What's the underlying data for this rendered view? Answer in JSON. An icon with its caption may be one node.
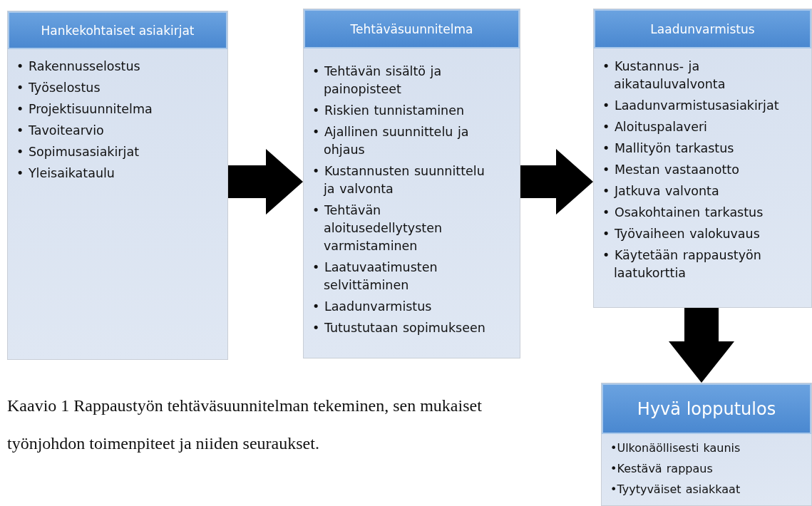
{
  "diagram": {
    "caption": "Kaavio 1 Rappaustyön tehtäväsuunnitelman tekeminen, sen mukaiset työnjohdon toimenpiteet ja niiden seuraukset.",
    "nodes": [
      {
        "text": [
          "Hankekohtaiset asiakirjat",
          "• Rakennusselostus",
          "• Työselostus",
          "• Projektisuunnitelma",
          "• Tavoitearvio",
          "• Sopimusasiakirjat",
          "• Yleisaikataulu"
        ]
      },
      {
        "text": [
          "Tehtäväsuunnitelma",
          "• Tehtävän sisältö ja painopisteet",
          "• Riskien tunnistaminen",
          "• Ajallinen suunnittelu ja ohjaus",
          "• Kustannusten suunnittelu ja valvonta",
          "• Tehtävän aloitusedellytysten varmistaminen",
          "• Laatuvaatimusten selvittäminen",
          "• Laadunvarmistus",
          "• Tutustutaan sopimukseen"
        ]
      },
      {
        "text": [
          "Laadunvarmistus",
          "• Kustannus- ja aikatauluvalvonta",
          "• Laadunvarmistusasiakirjat",
          "• Aloituspalaveri",
          "• Mallityön tarkastus",
          "• Mestan vastaanotto",
          "• Jatkuva valvonta",
          "• Osakohtainen tarkastus",
          "• Työvaiheen valokuvaus",
          "• Käytetään rappaustyön laatukorttia"
        ]
      },
      {
        "text": [
          "Hyvä lopputulos",
          "•Ulkonäöllisesti kaunis",
          "•Kestävä rappaus",
          "•Tyytyväiset asiakkaat"
        ]
      }
    ],
    "edges": [
      {
        "from": 0,
        "to": 1,
        "arrow": "to"
      },
      {
        "from": 1,
        "to": 2,
        "arrow": "to"
      },
      {
        "from": 2,
        "to": 3,
        "arrow": "to"
      }
    ]
  }
}
